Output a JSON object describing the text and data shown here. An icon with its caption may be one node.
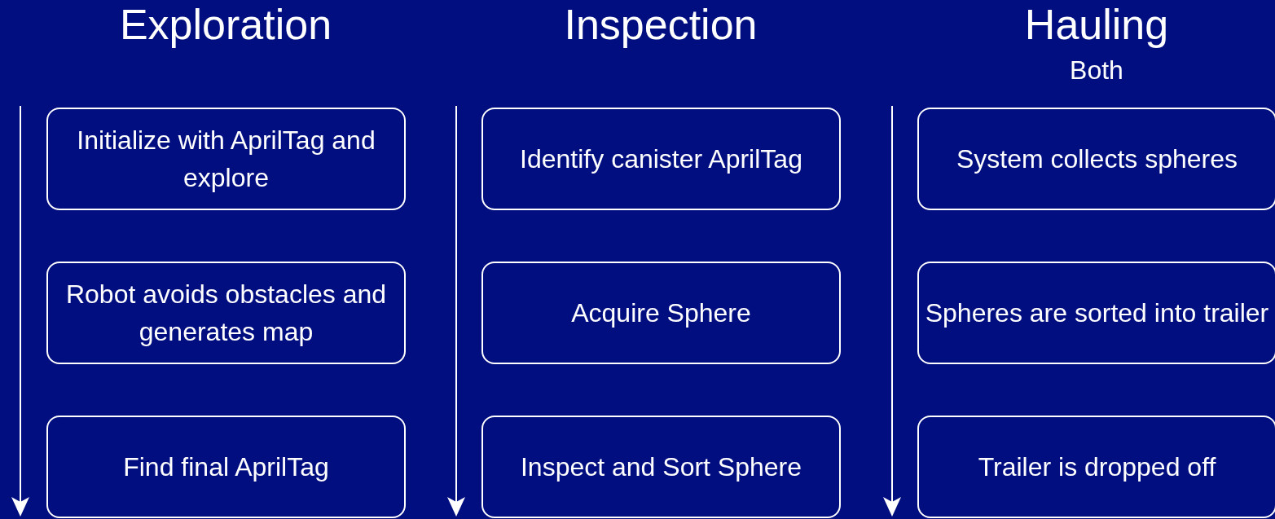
{
  "diagram": {
    "nodes": [
      {
        "text": [
          "Initialize with AprilTag and explore"
        ]
      },
      {
        "text": [
          "Robot avoids obstacles and generates map"
        ]
      },
      {
        "text": [
          "Find final AprilTag"
        ]
      },
      {
        "text": [
          "Identify canister AprilTag"
        ]
      },
      {
        "text": [
          "Acquire Sphere"
        ]
      },
      {
        "text": [
          "Inspect and Sort Sphere"
        ]
      },
      {
        "text": [
          "System collects spheres"
        ]
      },
      {
        "text": [
          "Spheres are sorted into trailer"
        ]
      },
      {
        "text": [
          "Trailer is dropped off"
        ]
      }
    ],
    "labels": [
      "Exploration",
      "Inspection",
      "Hauling",
      "Both"
    ]
  }
}
